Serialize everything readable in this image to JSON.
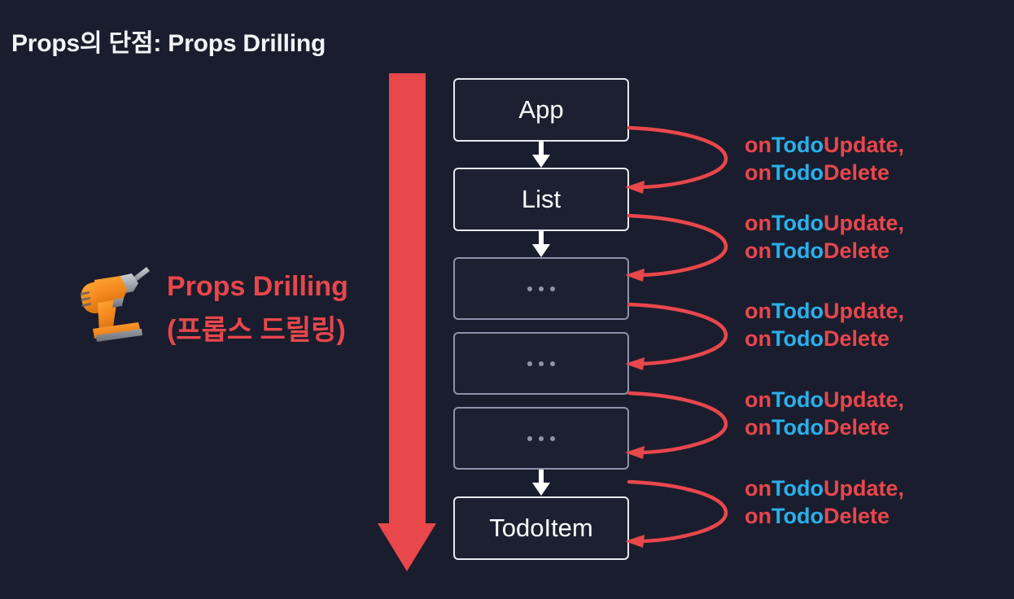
{
  "slide": {
    "title": "Props의 단점: Props Drilling",
    "background_color": "#1a1d2d"
  },
  "colors": {
    "background": "#1a1d2d",
    "title_text": "#f2f3f7",
    "accent_red": "#e8474c",
    "accent_blue": "#29b1ec",
    "box_border_bright": "#e8eaf2",
    "box_border_dim": "#8d93ab",
    "box_fill": "#1d2031",
    "dot_gray": "#8f94a8",
    "connector_white": "#ffffff"
  },
  "left_annotation": {
    "icon": "drill-icon",
    "caption_line_1": "Props Drilling",
    "caption_line_2": "(프롭스 드릴링)",
    "color": "#e8474c"
  },
  "flow_arrow": {
    "name": "props-drilling-down-arrow",
    "direction": "down",
    "color": "#e8474c"
  },
  "tree": {
    "nodes": [
      {
        "id": "app",
        "label": "App",
        "style": "named"
      },
      {
        "id": "list",
        "label": "List",
        "style": "named"
      },
      {
        "id": "mid-1",
        "label": "...",
        "style": "ellipsis"
      },
      {
        "id": "mid-2",
        "label": "...",
        "style": "ellipsis"
      },
      {
        "id": "mid-3",
        "label": "...",
        "style": "ellipsis"
      },
      {
        "id": "todo-item",
        "label": "TodoItem",
        "style": "named"
      }
    ],
    "connectors": [
      {
        "from": "app",
        "to": "list",
        "color": "#ffffff"
      },
      {
        "from": "list",
        "to": "mid-1",
        "color": "#ffffff"
      },
      {
        "from": "mid-3",
        "to": "todo-item",
        "color": "#ffffff"
      }
    ]
  },
  "prop_labels": [
    {
      "on": "on",
      "todo": "Todo",
      "action_1": "Update,",
      "action_2": "Delete",
      "on_2": "on",
      "todo_2": "Todo"
    },
    {
      "on": "on",
      "todo": "Todo",
      "action_1": "Update,",
      "action_2": "Delete",
      "on_2": "on",
      "todo_2": "Todo"
    },
    {
      "on": "on",
      "todo": "Todo",
      "action_1": "Update,",
      "action_2": "Delete",
      "on_2": "on",
      "todo_2": "Todo"
    },
    {
      "on": "on",
      "todo": "Todo",
      "action_1": "Update,",
      "action_2": "Delete",
      "on_2": "on",
      "todo_2": "Todo"
    },
    {
      "on": "on",
      "todo": "Todo",
      "action_1": "Update,",
      "action_2": "Delete",
      "on_2": "on",
      "todo_2": "Todo"
    }
  ]
}
